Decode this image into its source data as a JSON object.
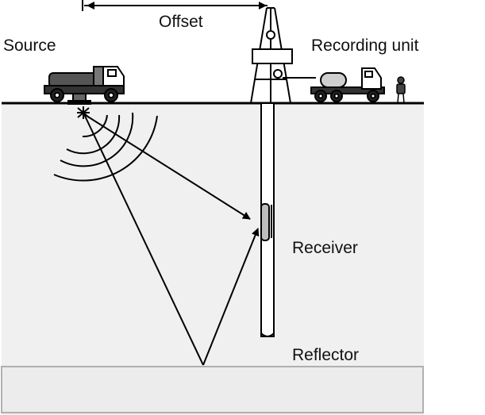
{
  "labels": {
    "offset": "Offset",
    "source": "Source",
    "recording_unit": "Recording unit",
    "receiver": "Receiver",
    "reflector": "Reflector"
  },
  "colors": {
    "subsurface": "#f0f0f0",
    "reflector_fill": "#ececec",
    "reflector_border": "#b0b0b0",
    "ink": "#000000"
  },
  "icons": [
    "source-truck-icon",
    "drilling-rig-icon",
    "recording-truck-icon",
    "person-icon",
    "receiver-tool-icon",
    "shot-point-icon"
  ]
}
